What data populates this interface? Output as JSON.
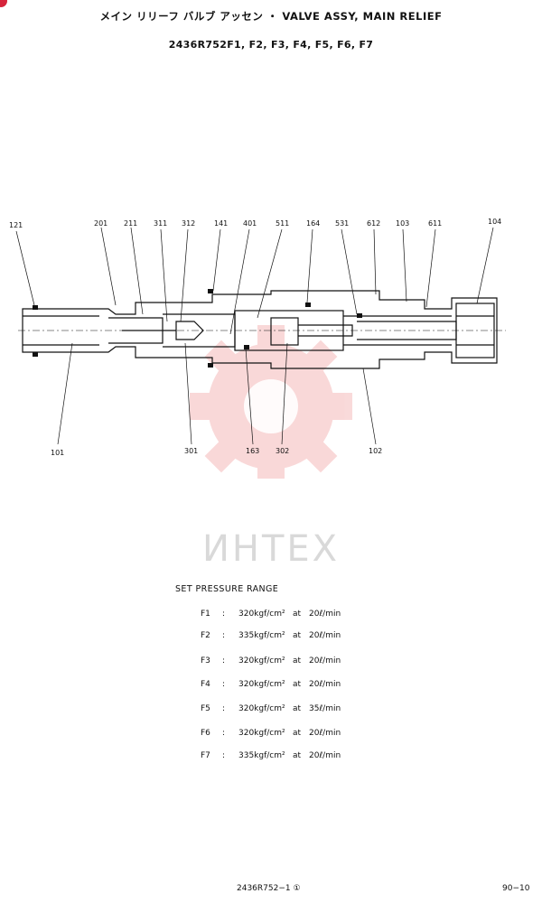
{
  "header": {
    "title": "メイン リリーフ バルブ アッセン ・ VALVE ASSY, MAIN RELIEF",
    "subtitle": "2436R752F1, F2, F3, F4, F5, F6, F7"
  },
  "drawing": {
    "part_labels": [
      "121",
      "201",
      "211",
      "311",
      "312",
      "141",
      "401",
      "511",
      "164",
      "531",
      "612",
      "103",
      "611",
      "104",
      "101",
      "301",
      "163",
      "302",
      "102"
    ]
  },
  "watermark": {
    "text": "ИНТЕХ",
    "color": "#e03030"
  },
  "pressure": {
    "heading": "SET PRESSURE RANGE",
    "rows": [
      {
        "model": "F1",
        "colon": ":",
        "pressure": "320kgf/cm²",
        "at": "at",
        "flow": "20ℓ/min"
      },
      {
        "model": "F2",
        "colon": ":",
        "pressure": "335kgf/cm²",
        "at": "at",
        "flow": "20ℓ/min"
      },
      {
        "model": "F3",
        "colon": ":",
        "pressure": "320kgf/cm²",
        "at": "at",
        "flow": "20ℓ/min"
      },
      {
        "model": "F4",
        "colon": ":",
        "pressure": "320kgf/cm²",
        "at": "at",
        "flow": "20ℓ/min"
      },
      {
        "model": "F5",
        "colon": ":",
        "pressure": "320kgf/cm²",
        "at": "at",
        "flow": "35ℓ/min"
      },
      {
        "model": "F6",
        "colon": ":",
        "pressure": "320kgf/cm²",
        "at": "at",
        "flow": "20ℓ/min"
      },
      {
        "model": "F7",
        "colon": ":",
        "pressure": "335kgf/cm²",
        "at": "at",
        "flow": "20ℓ/min"
      }
    ]
  },
  "footer": {
    "code": "2436R752−1 ①",
    "page": "90−10"
  }
}
